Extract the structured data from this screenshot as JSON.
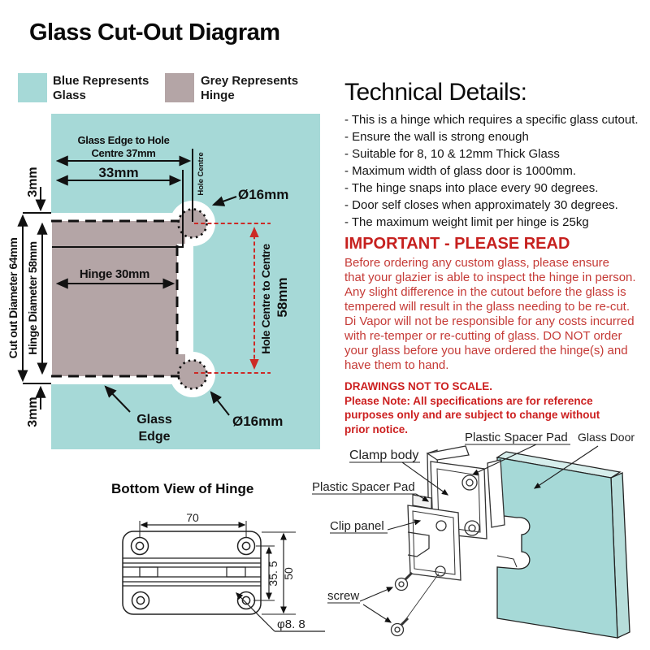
{
  "title": "Glass Cut-Out Diagram",
  "legend": {
    "glass": {
      "line1": "Blue Represents",
      "line2": "Glass"
    },
    "hinge": {
      "line1": "Grey Represents",
      "line2": "Hinge"
    }
  },
  "colors": {
    "glass_teal": "#a6d9d7",
    "hinge_grey": "#b4a5a6",
    "dim_red": "#cc2a26",
    "red_text": "#c6201e"
  },
  "cutout": {
    "edge_to_hole_line1": "Glass Edge to Hole",
    "edge_to_hole_line2": "Centre 37mm",
    "dim_33": "33mm",
    "hole_centre": "Hole Centre",
    "dia_top": "Ø16mm",
    "dia_bottom": "Ø16mm",
    "hinge_width": "Hinge 30mm",
    "cutout_diameter": "Cut out Diameter 64mm",
    "hinge_diameter": "Hinge Diameter 58mm",
    "gap_top": "3mm",
    "gap_bottom": "3mm",
    "c2c_line1": "Hole Centre to Centre",
    "c2c_line2": "58mm",
    "glass_edge_line1": "Glass",
    "glass_edge_line2": "Edge"
  },
  "technical": {
    "heading": "Technical Details:",
    "bullets": [
      "- This is a hinge which requires a specific glass cutout.",
      "- Ensure the wall is strong enough",
      "- Suitable for 8, 10 & 12mm Thick Glass",
      "- Maximum width of glass door is 1000mm.",
      "- The hinge snaps into place every 90 degrees.",
      "- Door self closes when approximately 30 degrees.",
      "- The maximum weight limit per hinge is 25kg"
    ]
  },
  "important": {
    "heading": "IMPORTANT - PLEASE READ",
    "lines": [
      "Before ordering any custom glass, please ensure",
      "that your glazier is able to inspect the hinge in person.",
      "Any slight difference in the cutout before the glass is",
      "tempered will result in the glass needing to be re-cut.",
      "Di Vapor will not be responsible for any costs incurred",
      "with re-temper or re-cutting of glass. DO NOT order",
      "your glass before you have ordered the hinge(s) and",
      "have them to hand."
    ]
  },
  "note": {
    "lines": [
      "DRAWINGS NOT TO SCALE.",
      "Please Note: All specifications are for reference",
      "purposes only and are subject to change without",
      "prior notice."
    ]
  },
  "bottom_view": {
    "heading": "Bottom View of Hinge",
    "dim_width": "70",
    "dim_pitch": "35. 5",
    "dim_height": "50",
    "dim_hole": "φ8. 8"
  },
  "exploded": {
    "clamp_body": "Clamp body",
    "spacer_pad_top": "Plastic Spacer Pad",
    "spacer_pad_left": "Plastic Spacer Pad",
    "clip_panel": "Clip panel",
    "glass_door": "Glass Door",
    "screw": "screw"
  }
}
